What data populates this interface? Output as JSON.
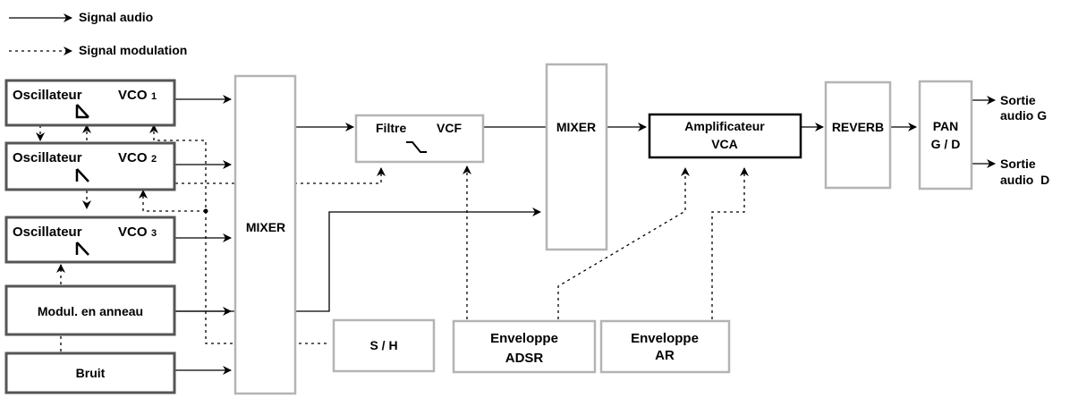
{
  "legend": {
    "audio_label": "Signal audio",
    "modulation_label": "Signal modulation"
  },
  "blocks": {
    "vco1": {
      "title": "Oscillateur",
      "suffix": "VCO",
      "index": "1"
    },
    "vco2": {
      "title": "Oscillateur",
      "suffix": "VCO",
      "index": "2"
    },
    "vco3": {
      "title": "Oscillateur",
      "suffix": "VCO",
      "index": "3"
    },
    "ring_mod": {
      "label": "Modul. en anneau"
    },
    "noise": {
      "label": "Bruit"
    },
    "mixer1": {
      "label": "MIXER"
    },
    "filter": {
      "label": "Filtre",
      "suffix": "VCF"
    },
    "mixer2": {
      "label": "MIXER"
    },
    "amplifier": {
      "line1": "Amplificateur",
      "line2": "VCA"
    },
    "reverb": {
      "label": "REVERB"
    },
    "pan": {
      "line1": "PAN",
      "line2": "G / D"
    },
    "sample_hold": {
      "label": "S / H"
    },
    "env_adsr": {
      "line1": "Enveloppe",
      "line2": "ADSR"
    },
    "env_ar": {
      "line1": "Enveloppe",
      "line2": "AR"
    }
  },
  "outputs": {
    "left": {
      "line1": "Sortie",
      "line2": "audio G"
    },
    "right": {
      "line1": "Sortie",
      "line2": "audio  D"
    }
  },
  "colors": {
    "dark_border": "#555555",
    "light_border": "#b4b4b4",
    "line": "#000000"
  }
}
